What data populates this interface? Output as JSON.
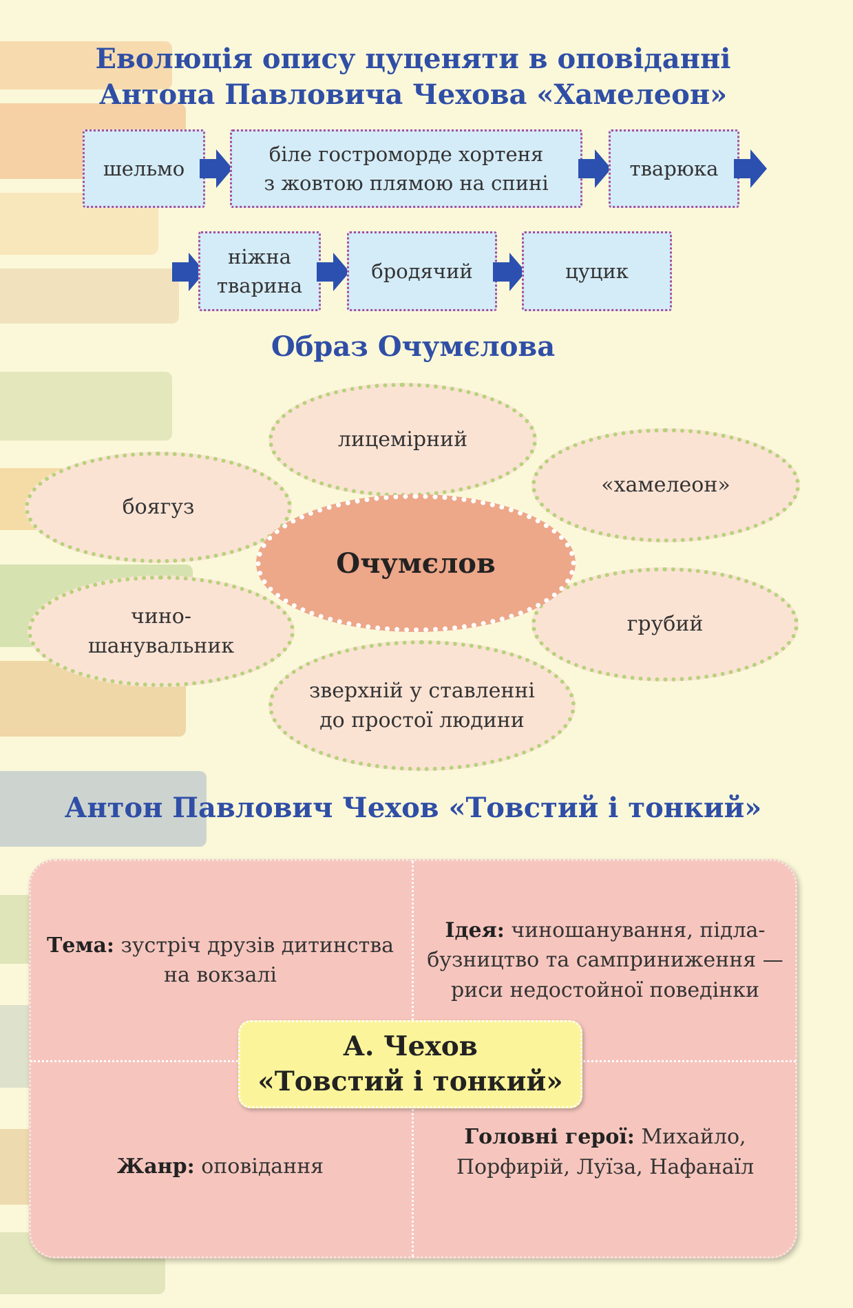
{
  "evolution": {
    "title_line1": "Еволюція опису цуценяти в оповіданні",
    "title_line2": "Антона Павловича Чехова «Хамелеон»",
    "row1": [
      {
        "text": "шельмо"
      },
      {
        "line1": "біле гостроморде хортеня",
        "line2": "з жовтою плямою на спині"
      },
      {
        "text": "тварюка"
      }
    ],
    "row2": [
      {
        "line1": "ніжна",
        "line2": "тварина"
      },
      {
        "text": "бродячий"
      },
      {
        "text": "цуцик"
      }
    ]
  },
  "image": {
    "title": "Образ Очумєлова",
    "center": "Очумєлов",
    "traits": {
      "top": "лицемірний",
      "upper_left": "боягуз",
      "upper_right": "«хамелеон»",
      "lower_left_1": "чино-",
      "lower_left_2": "шанувальник",
      "lower_right": "грубий",
      "bottom_1": "зверхній у ставленні",
      "bottom_2": "до простої людини"
    }
  },
  "story": {
    "title": "Антон Павлович Чехов «Товстий і тонкий»",
    "theme_label": "Тема:",
    "theme_line1": "зустріч друзів дитинства",
    "theme_line2": "на вокзалі",
    "idea_label": "Ідея:",
    "idea_line1": "чиношанування, підла-",
    "idea_line2": "бузництво та самприниження —",
    "idea_line3": "риси недостойної поведінки",
    "genre_label": "Жанр:",
    "genre_value": "оповідання",
    "heroes_label": "Головні герої:",
    "heroes_line1": "Михайло,",
    "heroes_line2": "Порфирій, Луїза, Нафанаїл",
    "center_line1": "А. Чехов",
    "center_line2": "«Товстий і тонкий»"
  },
  "colors": {
    "heading": "#2f4ea6",
    "arrow": "#2b50b0",
    "flow_box": "#d4ecf8",
    "oval": "#fbe3d4",
    "center_oval": "#eda789",
    "card": "#f6c6be",
    "center_label": "#fbf49a"
  }
}
